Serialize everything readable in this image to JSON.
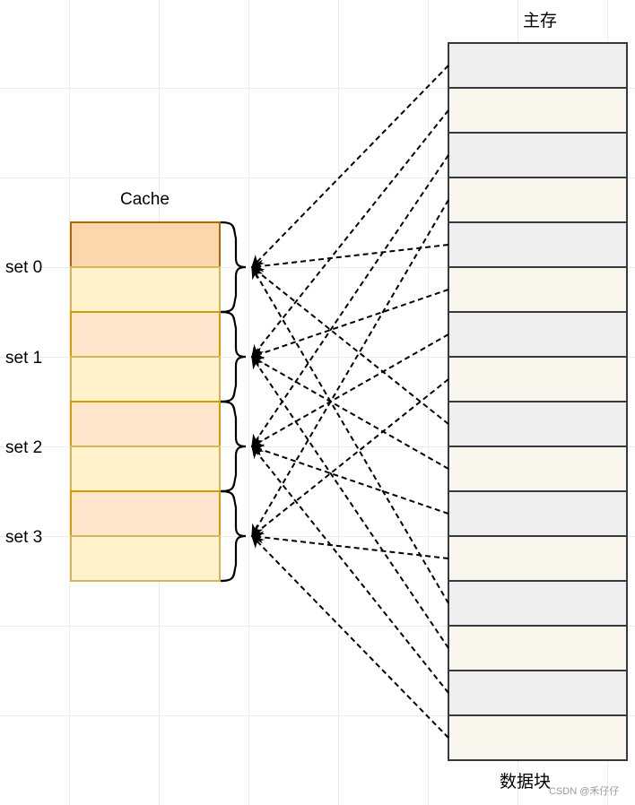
{
  "cache": {
    "title": "Cache",
    "sets": [
      {
        "label": "set 0"
      },
      {
        "label": "set 1"
      },
      {
        "label": "set 2"
      },
      {
        "label": "set 3"
      }
    ],
    "colors": {
      "first_line_fill": "#fad7ac",
      "first_line_stroke": "#b46504",
      "line_a_fill": "#ffe6cc",
      "line_a_stroke": "#d79b00",
      "line_b_fill": "#fff2cc",
      "line_b_stroke": "#d6b656"
    }
  },
  "main_memory": {
    "title": "主存",
    "block_count": 16,
    "caption": "数据块",
    "colors": {
      "even_fill": "#eeeeee",
      "odd_fill": "#f9f7ed",
      "stroke": "#36393d"
    }
  },
  "mapping": {
    "description_rule": "block i maps to set (i mod 4)",
    "set_count": 4
  },
  "watermark": "CSDN @禾仔仔"
}
